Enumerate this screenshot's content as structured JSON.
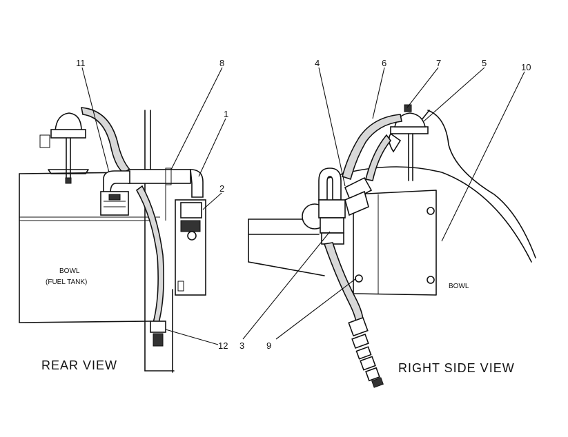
{
  "callouts": {
    "c1": "1",
    "c2": "2",
    "c3": "3",
    "c4": "4",
    "c5": "5",
    "c6": "6",
    "c7": "7",
    "c8": "8",
    "c9": "9",
    "c10": "10",
    "c11": "11",
    "c12": "12"
  },
  "labels": {
    "bowl_left_1": "BOWL",
    "bowl_left_2": "(FUEL TANK)",
    "bowl_right": "BOWL"
  },
  "captions": {
    "rear": "REAR  VIEW",
    "right": "RIGHT SIDE VIEW"
  }
}
